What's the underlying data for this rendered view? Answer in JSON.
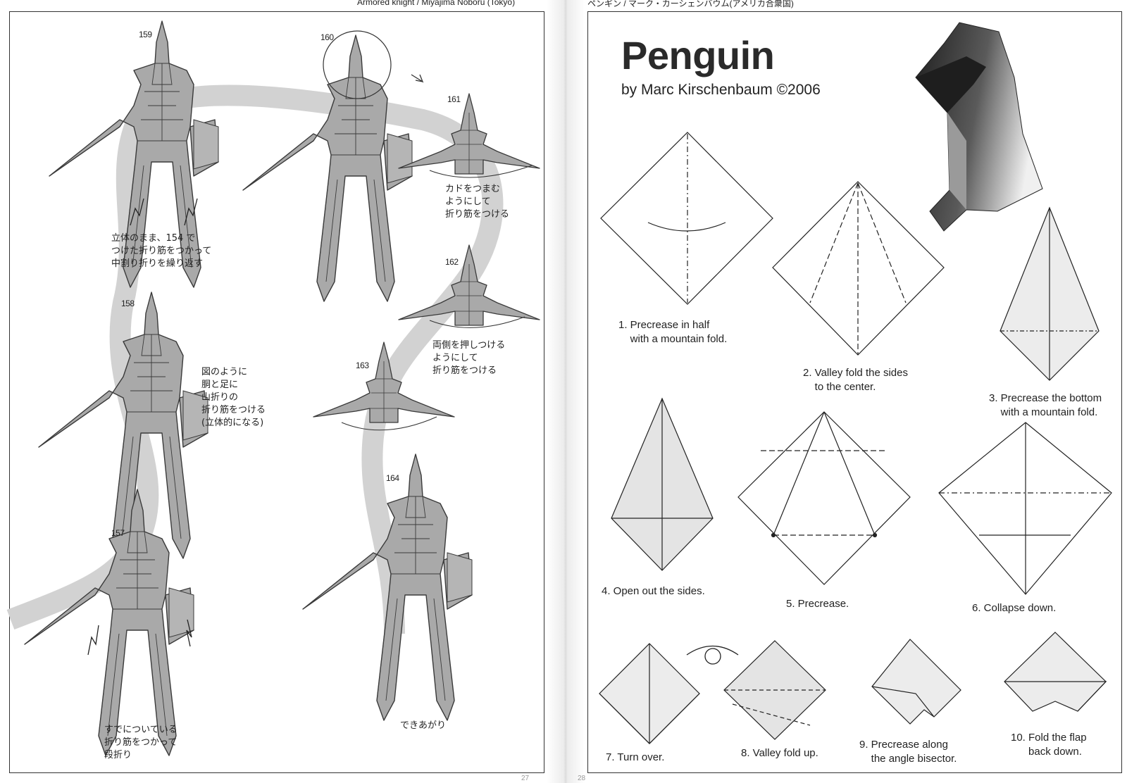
{
  "headers": {
    "left": "Armored knight / Miyajima Noboru (Tokyo)",
    "right": "ペンギン / マーク・カーシェンバウム(アメリカ合衆国)"
  },
  "folios": {
    "left": "27",
    "right": "28"
  },
  "left_page": {
    "step_numbers": [
      "159",
      "160",
      "161",
      "162",
      "158",
      "163",
      "157",
      "164"
    ],
    "captions": {
      "c159": "立体のまま、154 で\nつけた折り筋をつかって\n中割り折りを繰り返す",
      "c161": "カドをつまむ\nようにして\n折り筋をつける",
      "c162": "両側を押しつける\nようにして\n折り筋をつける",
      "c158": "図のように\n胴と足に\n山折りの\n折り筋をつける\n(立体的になる)",
      "c157": "すでについている\n折り筋をつかって\n段折り",
      "c164": "できあがり"
    }
  },
  "right_page": {
    "title": "Penguin",
    "byline": "by Marc Kirschenbaum ©2006",
    "steps": [
      "1. Precrease in half\n    with a mountain fold.",
      "2. Valley fold the sides\n    to the center.",
      "3. Precrease the bottom\n    with a mountain fold.",
      "4. Open out the sides.",
      "5. Precrease.",
      "6. Collapse down.",
      "7. Turn over.",
      "8. Valley fold up.",
      "9. Precrease along\n    the angle bisector.",
      "10. Fold the flap\n      back down."
    ]
  },
  "colors": {
    "paper": "#ffffff",
    "ink": "#1a1a1a",
    "shade": "#cfcfcf",
    "knight": "#a9a9a9",
    "penguin_dark": "#2a2a2a"
  }
}
